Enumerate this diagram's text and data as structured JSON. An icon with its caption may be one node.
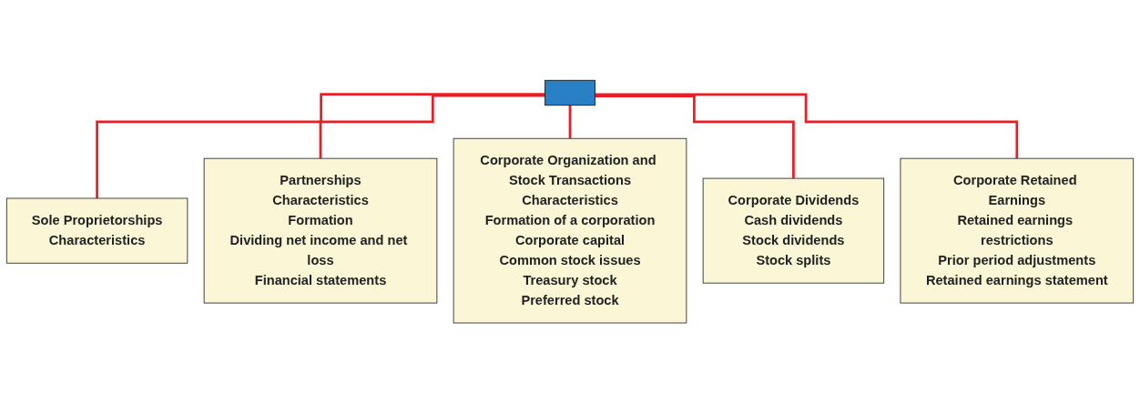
{
  "diagram": {
    "nodes": [
      {
        "text": [],
        "shape": "box"
      },
      {
        "text": [
          "Sole Proprietorships",
          "Characteristics"
        ]
      },
      {
        "text": [
          "Partnerships",
          "Characteristics",
          "Formation",
          "Dividing net income and net loss",
          "Financial statements"
        ]
      },
      {
        "text": [
          "Corporate Organization and Stock Transactions",
          "Characteristics",
          "Formation of a corporation",
          "Corporate capital",
          "Common stock issues",
          "Treasury stock",
          "Preferred stock"
        ]
      },
      {
        "text": [
          "Corporate Dividends",
          "Cash dividends",
          "Stock dividends",
          "Stock splits"
        ]
      },
      {
        "text": [
          "Corporate Retained Earnings",
          "Retained earnings restrictions",
          "Prior period adjustments",
          "Retained earnings statement"
        ]
      }
    ],
    "edges": [
      {
        "from": 0,
        "to": 1,
        "arrow": "none"
      },
      {
        "from": 0,
        "to": 2,
        "arrow": "none"
      },
      {
        "from": 0,
        "to": 3,
        "arrow": "none"
      },
      {
        "from": 0,
        "to": 4,
        "arrow": "none"
      },
      {
        "from": 0,
        "to": 5,
        "arrow": "none"
      }
    ]
  }
}
